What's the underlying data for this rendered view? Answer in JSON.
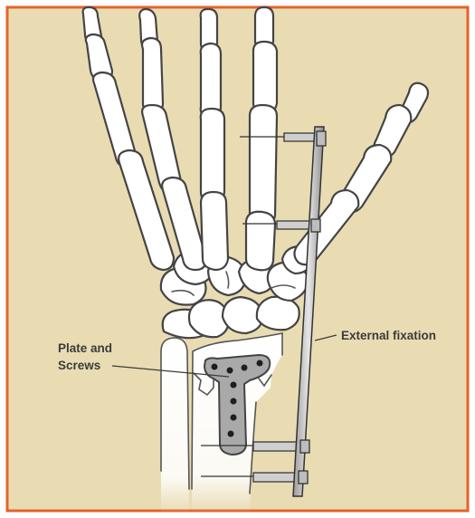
{
  "colors": {
    "background": "#e9dcb3",
    "frame": "#e5632c",
    "bone_fill": "#ffffff",
    "bone_outline": "#444444",
    "plate_fill": "#a9a9a9",
    "fixator_rod": "#c4c4c4",
    "label_text": "#3b3b3b"
  },
  "labels": {
    "plate_line1": "Plate and",
    "plate_line2": "Screws",
    "external_fixation": "External fixation"
  }
}
